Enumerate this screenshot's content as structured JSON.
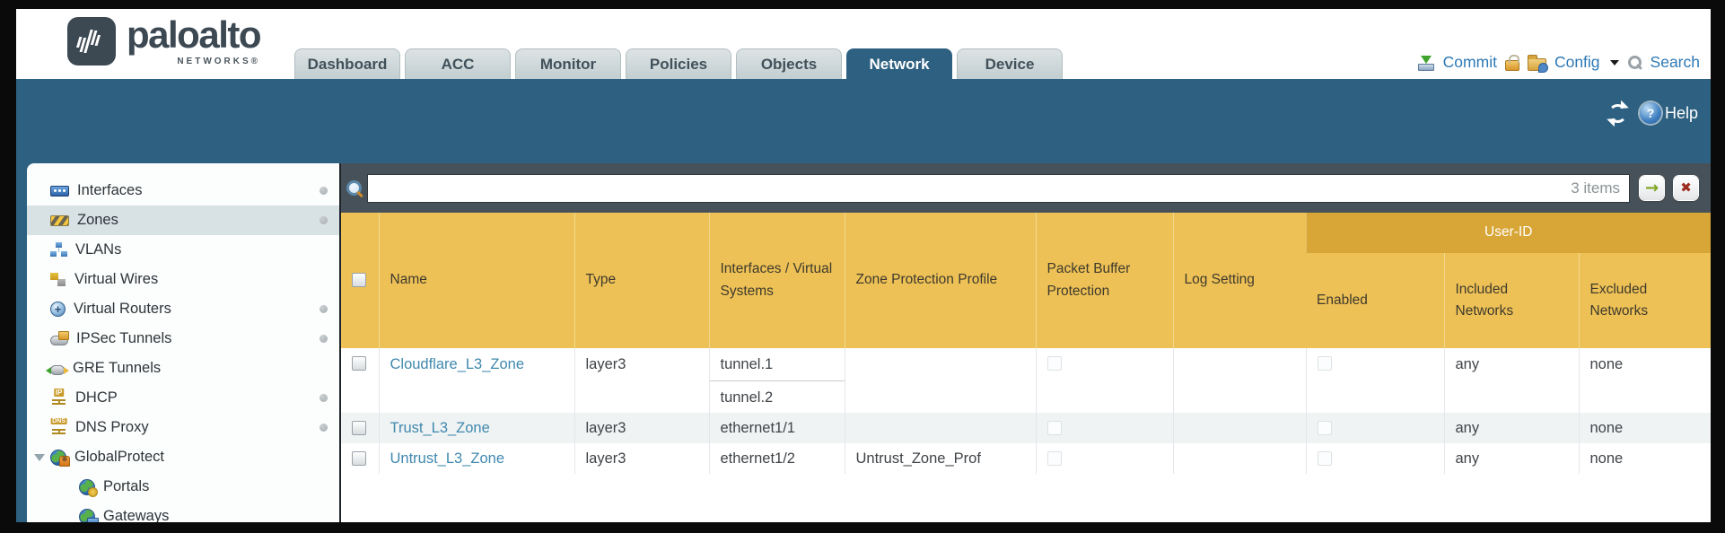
{
  "colors": {
    "teal": "#2e6181",
    "header_orange": "#edc155",
    "userid_band": "#d8a637",
    "link": "#4089ae",
    "action_blue": "#2d79b5"
  },
  "header": {
    "logo": {
      "brand": "paloalto",
      "sub": "NETWORKS®"
    },
    "tabs": [
      {
        "label": "Dashboard",
        "active": false
      },
      {
        "label": "ACC",
        "active": false
      },
      {
        "label": "Monitor",
        "active": false
      },
      {
        "label": "Policies",
        "active": false
      },
      {
        "label": "Objects",
        "active": false
      },
      {
        "label": "Network",
        "active": true
      },
      {
        "label": "Device",
        "active": false
      }
    ],
    "actions": {
      "commit": "Commit",
      "config": "Config",
      "search": "Search"
    }
  },
  "toolbar": {
    "help": "Help"
  },
  "sidebar": {
    "items": [
      {
        "label": "Interfaces"
      },
      {
        "label": "Zones"
      },
      {
        "label": "VLANs"
      },
      {
        "label": "Virtual Wires"
      },
      {
        "label": "Virtual Routers"
      },
      {
        "label": "IPSec Tunnels"
      },
      {
        "label": "GRE Tunnels"
      },
      {
        "label": "DHCP"
      },
      {
        "label": "DNS Proxy"
      },
      {
        "label": "GlobalProtect"
      },
      {
        "label": "Portals"
      },
      {
        "label": "Gateways"
      }
    ]
  },
  "content": {
    "search": {
      "count_label": "3 items",
      "go_glyph": "→",
      "close_glyph": "✖"
    },
    "help_glyph": "?",
    "router_glyph": "+",
    "table": {
      "group_header": "User-ID",
      "columns": [
        "Name",
        "Type",
        "Interfaces / Virtual Systems",
        "Zone Protection Profile",
        "Packet Buffer Protection",
        "Log Setting",
        "Enabled",
        "Included Networks",
        "Excluded Networks"
      ],
      "rows": [
        {
          "name": "Cloudflare_L3_Zone",
          "type": "layer3",
          "interfaces": [
            "tunnel.1",
            "tunnel.2"
          ],
          "zone_protection_profile": "",
          "log_setting": "",
          "included_networks": "any",
          "excluded_networks": "none"
        },
        {
          "name": "Trust_L3_Zone",
          "type": "layer3",
          "interfaces": [
            "ethernet1/1"
          ],
          "zone_protection_profile": "",
          "log_setting": "",
          "included_networks": "any",
          "excluded_networks": "none"
        },
        {
          "name": "Untrust_L3_Zone",
          "type": "layer3",
          "interfaces": [
            "ethernet1/2"
          ],
          "zone_protection_profile": "Untrust_Zone_Prof",
          "log_setting": "",
          "included_networks": "any",
          "excluded_networks": "none"
        }
      ]
    }
  }
}
